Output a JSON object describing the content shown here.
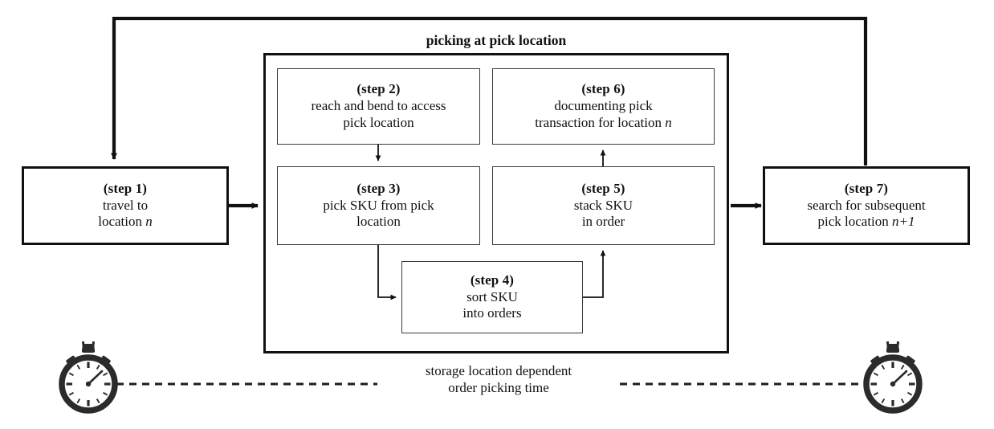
{
  "diagram": {
    "group_title": "picking at pick location",
    "caption_line1": "storage location dependent",
    "caption_line2": "order picking time",
    "colors": {
      "stroke": "#111111",
      "inner_stroke": "#3a3a3a",
      "background": "#ffffff",
      "stopwatch": "#2b2b2b"
    },
    "steps": [
      {
        "id": "step-1",
        "title": "(step 1)",
        "line1": "travel to",
        "line2_pre": "location ",
        "line2_ital": "n",
        "line3": ""
      },
      {
        "id": "step-2",
        "title": "(step 2)",
        "line1": "reach and bend to access",
        "line2_pre": "pick location",
        "line2_ital": "",
        "line3": ""
      },
      {
        "id": "step-3",
        "title": "(step 3)",
        "line1": "pick SKU from pick",
        "line2_pre": "location",
        "line2_ital": "",
        "line3": ""
      },
      {
        "id": "step-4",
        "title": "(step 4)",
        "line1": "sort SKU",
        "line2_pre": "into orders",
        "line2_ital": "",
        "line3": ""
      },
      {
        "id": "step-5",
        "title": "(step 5)",
        "line1": "stack SKU",
        "line2_pre": "in order",
        "line2_ital": "",
        "line3": ""
      },
      {
        "id": "step-6",
        "title": "(step 6)",
        "line1": "documenting pick",
        "line2_pre": "transaction for location ",
        "line2_ital": "n",
        "line3": ""
      },
      {
        "id": "step-7",
        "title": "(step 7)",
        "line1": "search for subsequent",
        "line2_pre": "pick location ",
        "line2_ital": "n+1",
        "line3": ""
      }
    ],
    "icons": [
      {
        "name": "stopwatch-icon-left"
      },
      {
        "name": "stopwatch-icon-right"
      }
    ]
  }
}
